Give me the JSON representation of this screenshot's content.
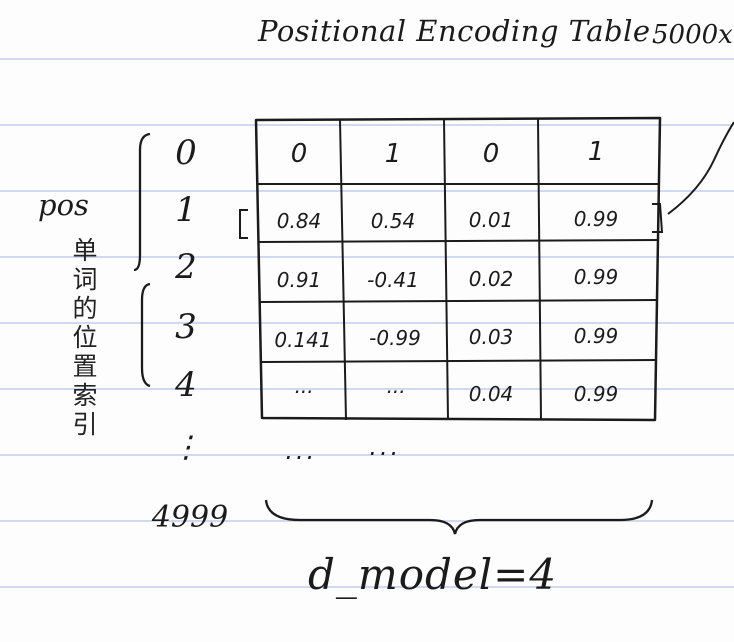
{
  "title": "Positional Encoding Table",
  "shape_label": "5000x",
  "left_label": "pos",
  "vertical_label": [
    "单",
    "词",
    "的",
    "位",
    "置",
    "索",
    "引"
  ],
  "row_indices": [
    "0",
    "1",
    "2",
    "3",
    "4",
    "⋮",
    "4999"
  ],
  "table": {
    "rows": [
      [
        "0",
        "1",
        "0",
        "1"
      ],
      [
        "0.84",
        "0.54",
        "0.01",
        "0.99"
      ],
      [
        "0.91",
        "-0.41",
        "0.02",
        "0.99"
      ],
      [
        "0.141",
        "-0.99",
        "0.03",
        "0.99"
      ],
      [
        "···",
        "···",
        "0.04",
        "0.99"
      ]
    ]
  },
  "continuation_cells": [
    "···",
    "···"
  ],
  "footer_label": "d_model=4",
  "colors": {
    "ink": "#1b1b1b",
    "paper": "#fdfdfd",
    "rule_lines": "#cfd9ef"
  }
}
